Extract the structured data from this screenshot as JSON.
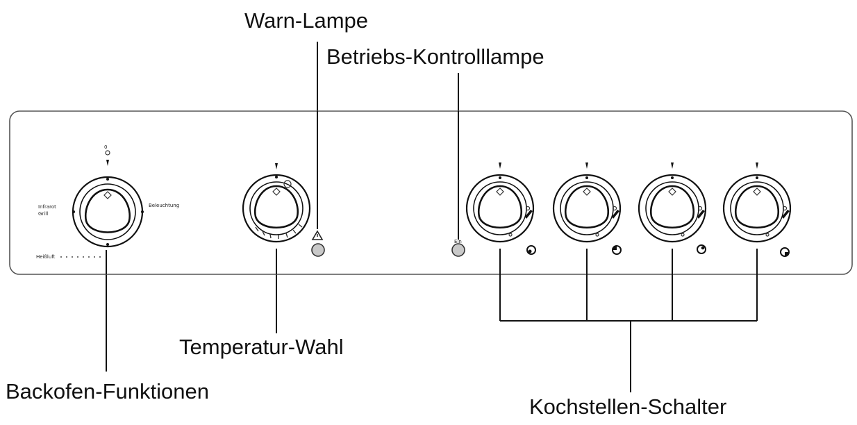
{
  "callouts": {
    "warn_lamp": "Warn-Lampe",
    "operating_lamp": "Betriebs-Kontrolllampe",
    "temperature": "Temperatur-Wahl",
    "oven_functions": "Backofen-Funktionen",
    "hob_switches": "Kochstellen-Schalter"
  },
  "panel_labels": {
    "oven_top": "0",
    "oven_left_line1": "Infrarot",
    "oven_left_line2": "Grill",
    "oven_right": "Beleuchtung",
    "oven_bottom": "Heißluft",
    "lamp_on": "Ein"
  },
  "icons": {
    "warn_lamp_symbol": "warning-triangle-icon",
    "hob_symbols": [
      "hob-back-left-icon",
      "hob-front-left-icon",
      "hob-back-right-icon",
      "hob-front-right-icon"
    ]
  }
}
